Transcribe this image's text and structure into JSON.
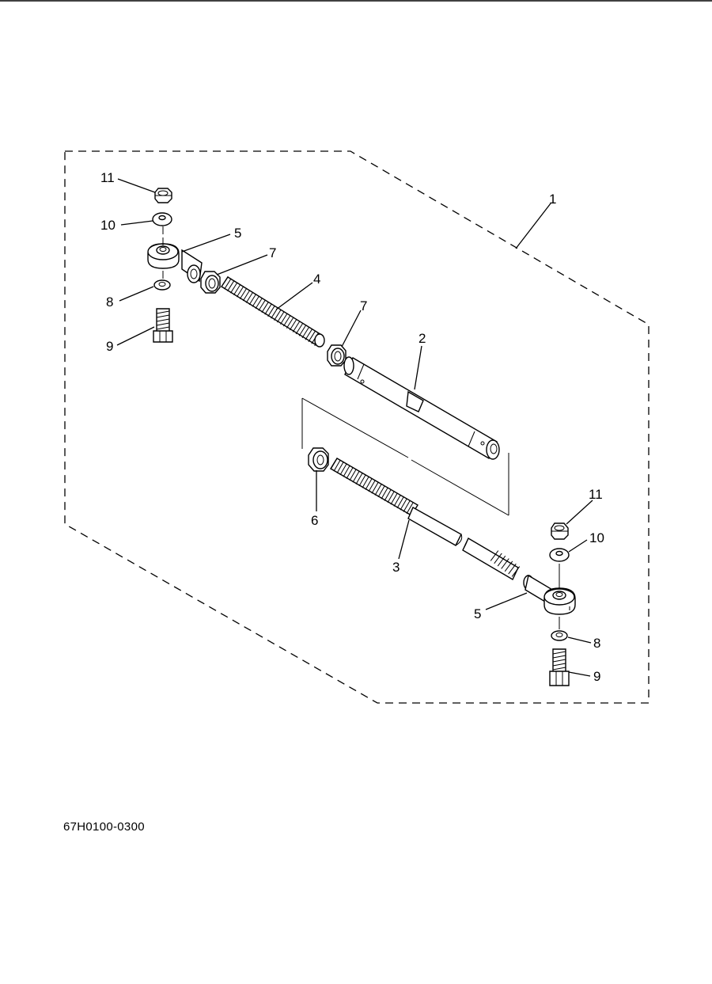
{
  "diagram": {
    "part_code": "67H0100-0300",
    "callouts": [
      {
        "id": "c1",
        "text": "1"
      },
      {
        "id": "c2",
        "text": "2"
      },
      {
        "id": "c3",
        "text": "3"
      },
      {
        "id": "c4",
        "text": "4"
      },
      {
        "id": "c5a",
        "text": "5"
      },
      {
        "id": "c5b",
        "text": "5"
      },
      {
        "id": "c6",
        "text": "6"
      },
      {
        "id": "c7a",
        "text": "7"
      },
      {
        "id": "c7b",
        "text": "7"
      },
      {
        "id": "c8a",
        "text": "8"
      },
      {
        "id": "c8b",
        "text": "8"
      },
      {
        "id": "c9a",
        "text": "9"
      },
      {
        "id": "c9b",
        "text": "9"
      },
      {
        "id": "c10a",
        "text": "10"
      },
      {
        "id": "c10b",
        "text": "10"
      },
      {
        "id": "c11a",
        "text": "11"
      },
      {
        "id": "c11b",
        "text": "11"
      }
    ]
  },
  "colors": {
    "line": "#000000",
    "background": "#ffffff"
  }
}
